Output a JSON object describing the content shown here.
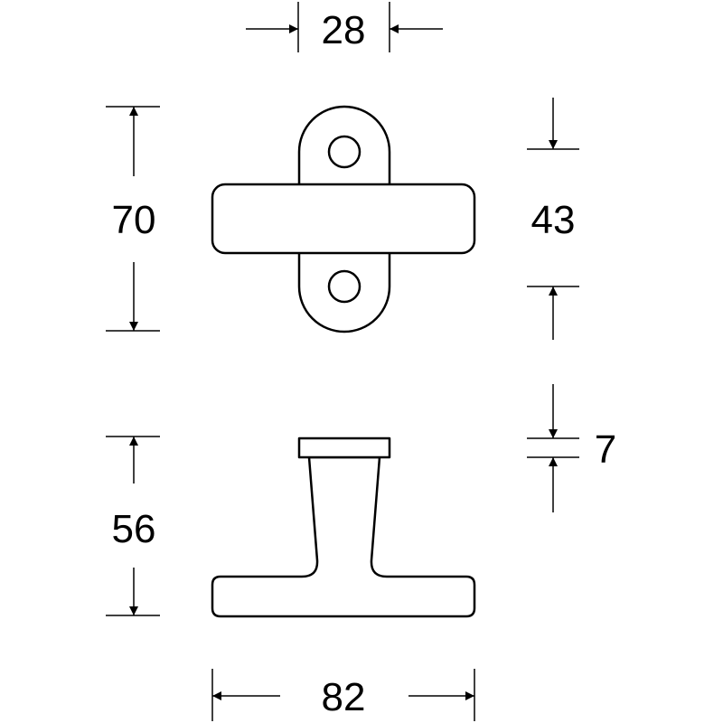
{
  "dimensions": {
    "top_width": "28",
    "overall_height": "70",
    "bar_height": "43",
    "base_thickness": "7",
    "depth": "56",
    "overall_width": "82"
  },
  "colors": {
    "line": "#000000",
    "background": "#ffffff"
  }
}
